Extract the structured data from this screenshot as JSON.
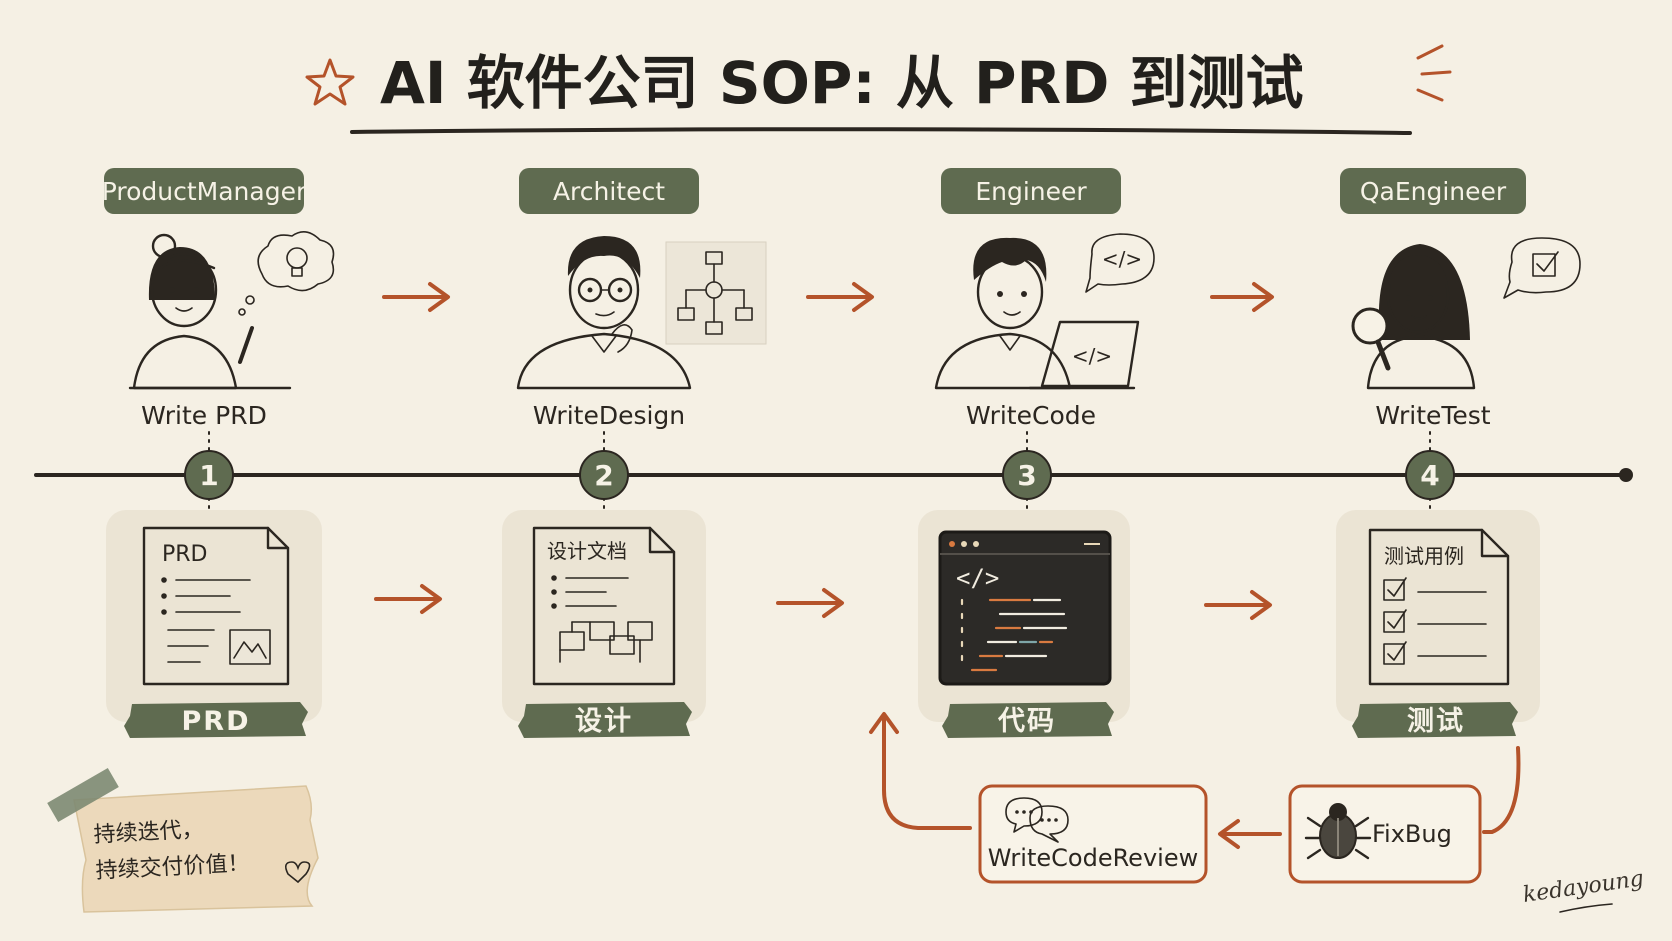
{
  "title": "AI 软件公司 SOP: 从 PRD 到测试",
  "roles": [
    {
      "label": "ProductManager",
      "action": "Write PRD",
      "step": "1",
      "output": "PRD",
      "doc_title": "PRD"
    },
    {
      "label": "Architect",
      "action": "WriteDesign",
      "step": "2",
      "output": "设计",
      "doc_title": "设计文档"
    },
    {
      "label": "Engineer",
      "action": "WriteCode",
      "step": "3",
      "output": "代码",
      "doc_title": "</>"
    },
    {
      "label": "QaEngineer",
      "action": "WriteTest",
      "step": "4",
      "output": "测试",
      "doc_title": "测试用例"
    }
  ],
  "bubbles": {
    "engineer": "</>",
    "laptop": "</>"
  },
  "loop": {
    "review": "WriteCodeReview",
    "fix": "FixBug"
  },
  "note": {
    "line1": "持续迭代，",
    "line2": "持续交付价值！"
  },
  "signature": "kedayoung",
  "colors": {
    "background": "#f5f0e4",
    "label_green": "#5f6b50",
    "arrow_rust": "#b4532a",
    "ink": "#2b2620"
  },
  "icons": [
    "star-icon",
    "lightbulb-icon",
    "flowchart-icon",
    "code-bubble-icon",
    "checkbox-bubble-icon",
    "magnifier-icon",
    "chat-icon",
    "bug-icon",
    "heart-icon"
  ]
}
